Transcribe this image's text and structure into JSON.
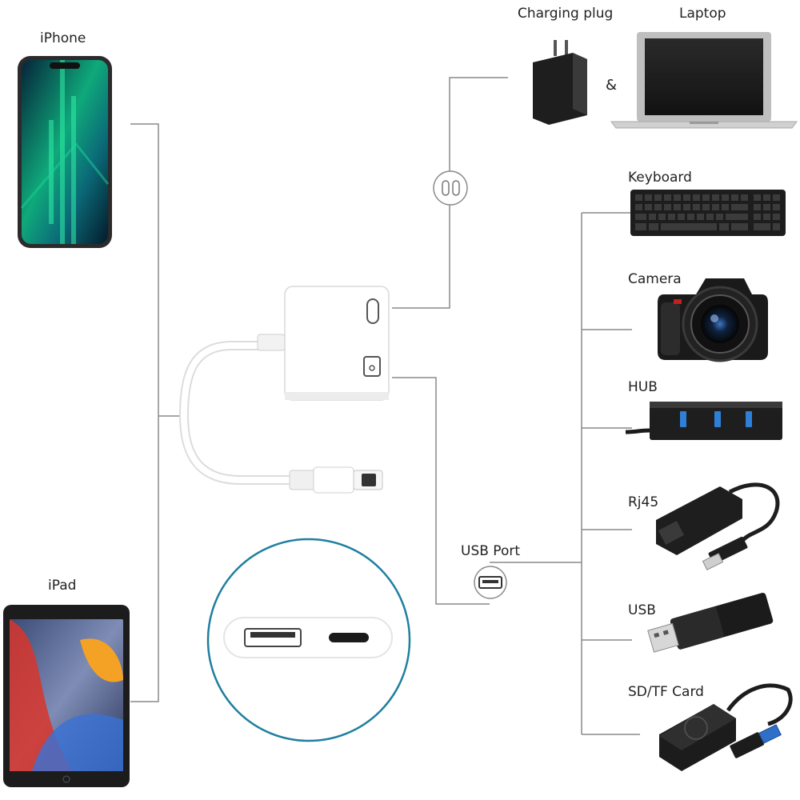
{
  "labels": {
    "iphone": "iPhone",
    "ipad": "iPad",
    "charging_plug": "Charging plug",
    "laptop": "Laptop",
    "ampersand": "&",
    "keyboard": "Keyboard",
    "camera": "Camera",
    "hub": "HUB",
    "rj45": "Rj45",
    "usb": "USB",
    "sdtf": "SD/TF Card",
    "usb_port": "USB Port"
  },
  "icons": [
    "lightning-port-icon",
    "usb-port-icon"
  ],
  "colors": {
    "line": "#8a8a8a",
    "circle_outline": "#1f7fa0",
    "device_black": "#1b1b1b",
    "adapter_white": "#ffffff"
  }
}
